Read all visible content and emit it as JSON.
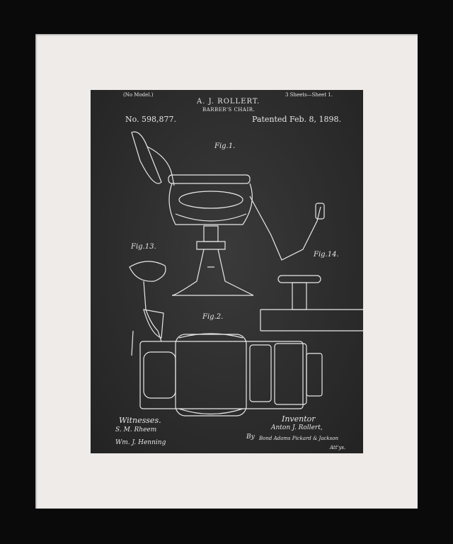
{
  "patent": {
    "model_note": "(No Model.)",
    "sheets": "3 Sheets—Sheet 1.",
    "inventor_name": "A. J. ROLLERT.",
    "title": "BARBER'S CHAIR.",
    "number": "No. 598,877.",
    "date": "Patented Feb. 8, 1898."
  },
  "figures": {
    "fig1": "Fig.1.",
    "fig13": "Fig.13.",
    "fig14": "Fig.14.",
    "fig2": "Fig.2."
  },
  "footer": {
    "witnesses_label": "Witnesses.",
    "witness1": "S. M. Rheem",
    "witness2": "Wm. J. Henning",
    "inventor_label": "Inventor",
    "inventor_signature": "Anton J. Rollert,",
    "by": "By",
    "attorneys": "Bond Adams Pickard & Jackson",
    "attys": "Att'ys."
  },
  "colors": {
    "frame": "#0a0a0a",
    "mat": "#eeebe9",
    "chalkboard": "#2e2e2e",
    "chalk": "#e8e8e8"
  }
}
